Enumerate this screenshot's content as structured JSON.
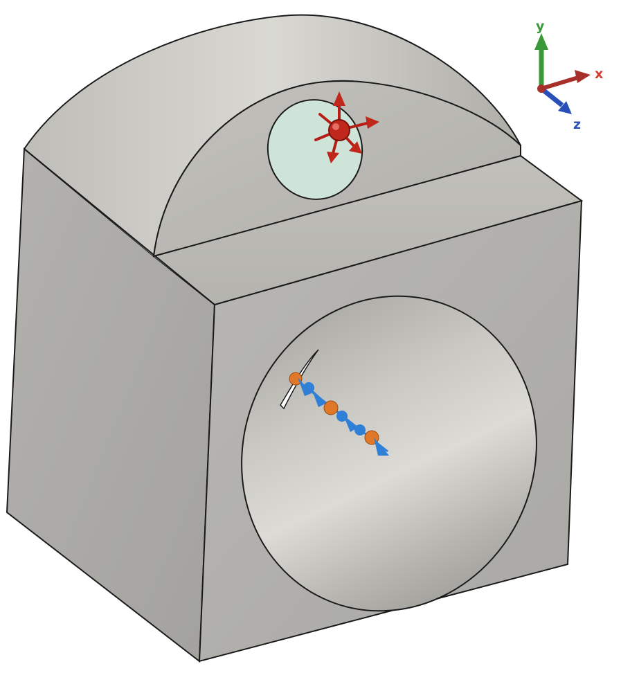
{
  "viewport": {
    "background": "#ffffff",
    "model": {
      "body_color": "#b9b8b4",
      "dome_color": "#c5c4bf",
      "port_face_color": "#cfe4d9",
      "port_probe_color": "#c0281c",
      "bore_probe_colors": [
        "#2f7fd6",
        "#e0782a"
      ]
    },
    "triad": {
      "x": {
        "label": "x",
        "color": "#a8302a"
      },
      "y": {
        "label": "y",
        "color": "#3a9a3a"
      },
      "z": {
        "label": "z",
        "color": "#2a4fb8"
      }
    }
  }
}
